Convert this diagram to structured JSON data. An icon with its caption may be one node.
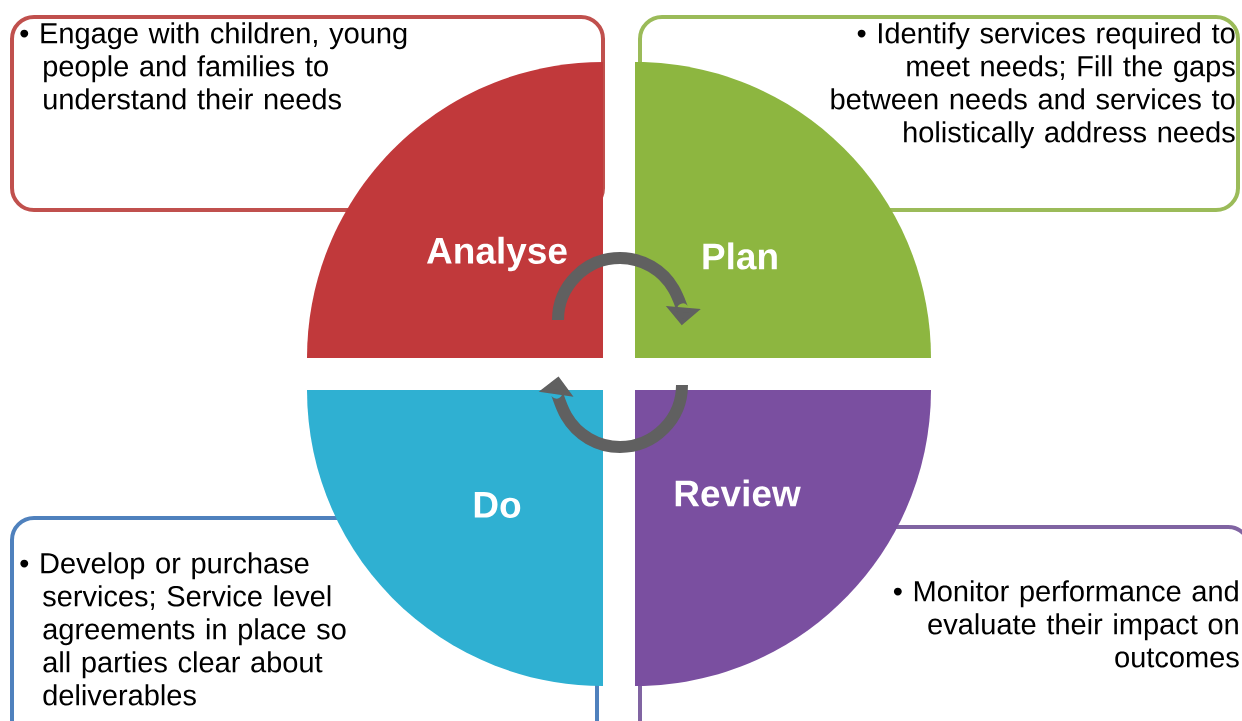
{
  "diagram": {
    "nodes": [
      {
        "text": [
          "• Engage with children, young people and families to understand their needs"
        ]
      },
      {
        "text": [
          "• Identify services required to meet needs; Fill the gaps between needs and services to holistically address needs"
        ]
      },
      {
        "text": [
          "Analyse"
        ]
      },
      {
        "text": [
          "Plan"
        ]
      },
      {
        "text": [
          "Do"
        ]
      },
      {
        "text": [
          "Review"
        ]
      },
      {
        "text": [
          "• Develop or purchase services; Service level agreements in place so all parties clear about deliverables"
        ]
      },
      {
        "text": [
          "• Monitor performance and evaluate their impact on outcomes"
        ]
      }
    ],
    "edges": [
      {
        "from": 2,
        "to": 3,
        "arrow": "to"
      },
      {
        "from": 5,
        "to": 4,
        "arrow": "to"
      }
    ]
  }
}
